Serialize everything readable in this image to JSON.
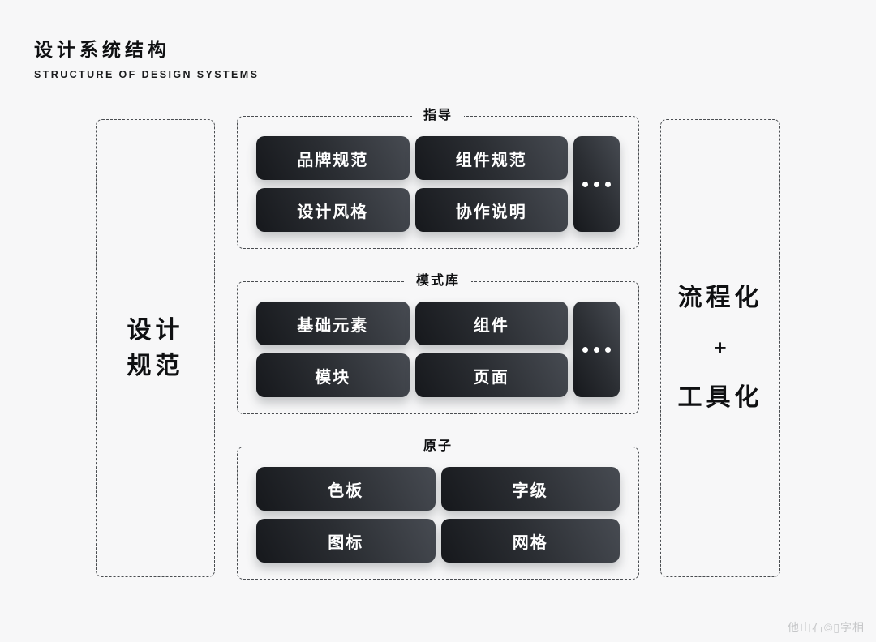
{
  "page": {
    "title": "设计系统结构",
    "subtitle": "STRUCTURE OF DESIGN SYSTEMS",
    "watermark": "他山石©▯字相",
    "background": "#f7f7f8"
  },
  "left_panel": {
    "line1": "设计",
    "line2": "规范"
  },
  "right_panel": {
    "line1": "流程化",
    "plus": "+",
    "line2": "工具化"
  },
  "groups": [
    {
      "label": "指导",
      "buttons": [
        "品牌规范",
        "组件规范",
        "设计风格",
        "协作说明"
      ],
      "more_icon": "ellipsis"
    },
    {
      "label": "模式库",
      "buttons": [
        "基础元素",
        "组件",
        "模块",
        "页面"
      ],
      "more_icon": "ellipsis"
    },
    {
      "label": "原子",
      "buttons": [
        "色板",
        "字级",
        "图标",
        "网格"
      ],
      "more_icon": "none"
    }
  ],
  "colors": {
    "background": "#f7f7f8",
    "dashed_border": "#4a4d51",
    "button_gradient_start": "#16181c",
    "button_gradient_end": "#474b52",
    "button_text": "#ffffff",
    "heading_text": "#0f1012",
    "watermark_text": "#c6c7c9"
  }
}
